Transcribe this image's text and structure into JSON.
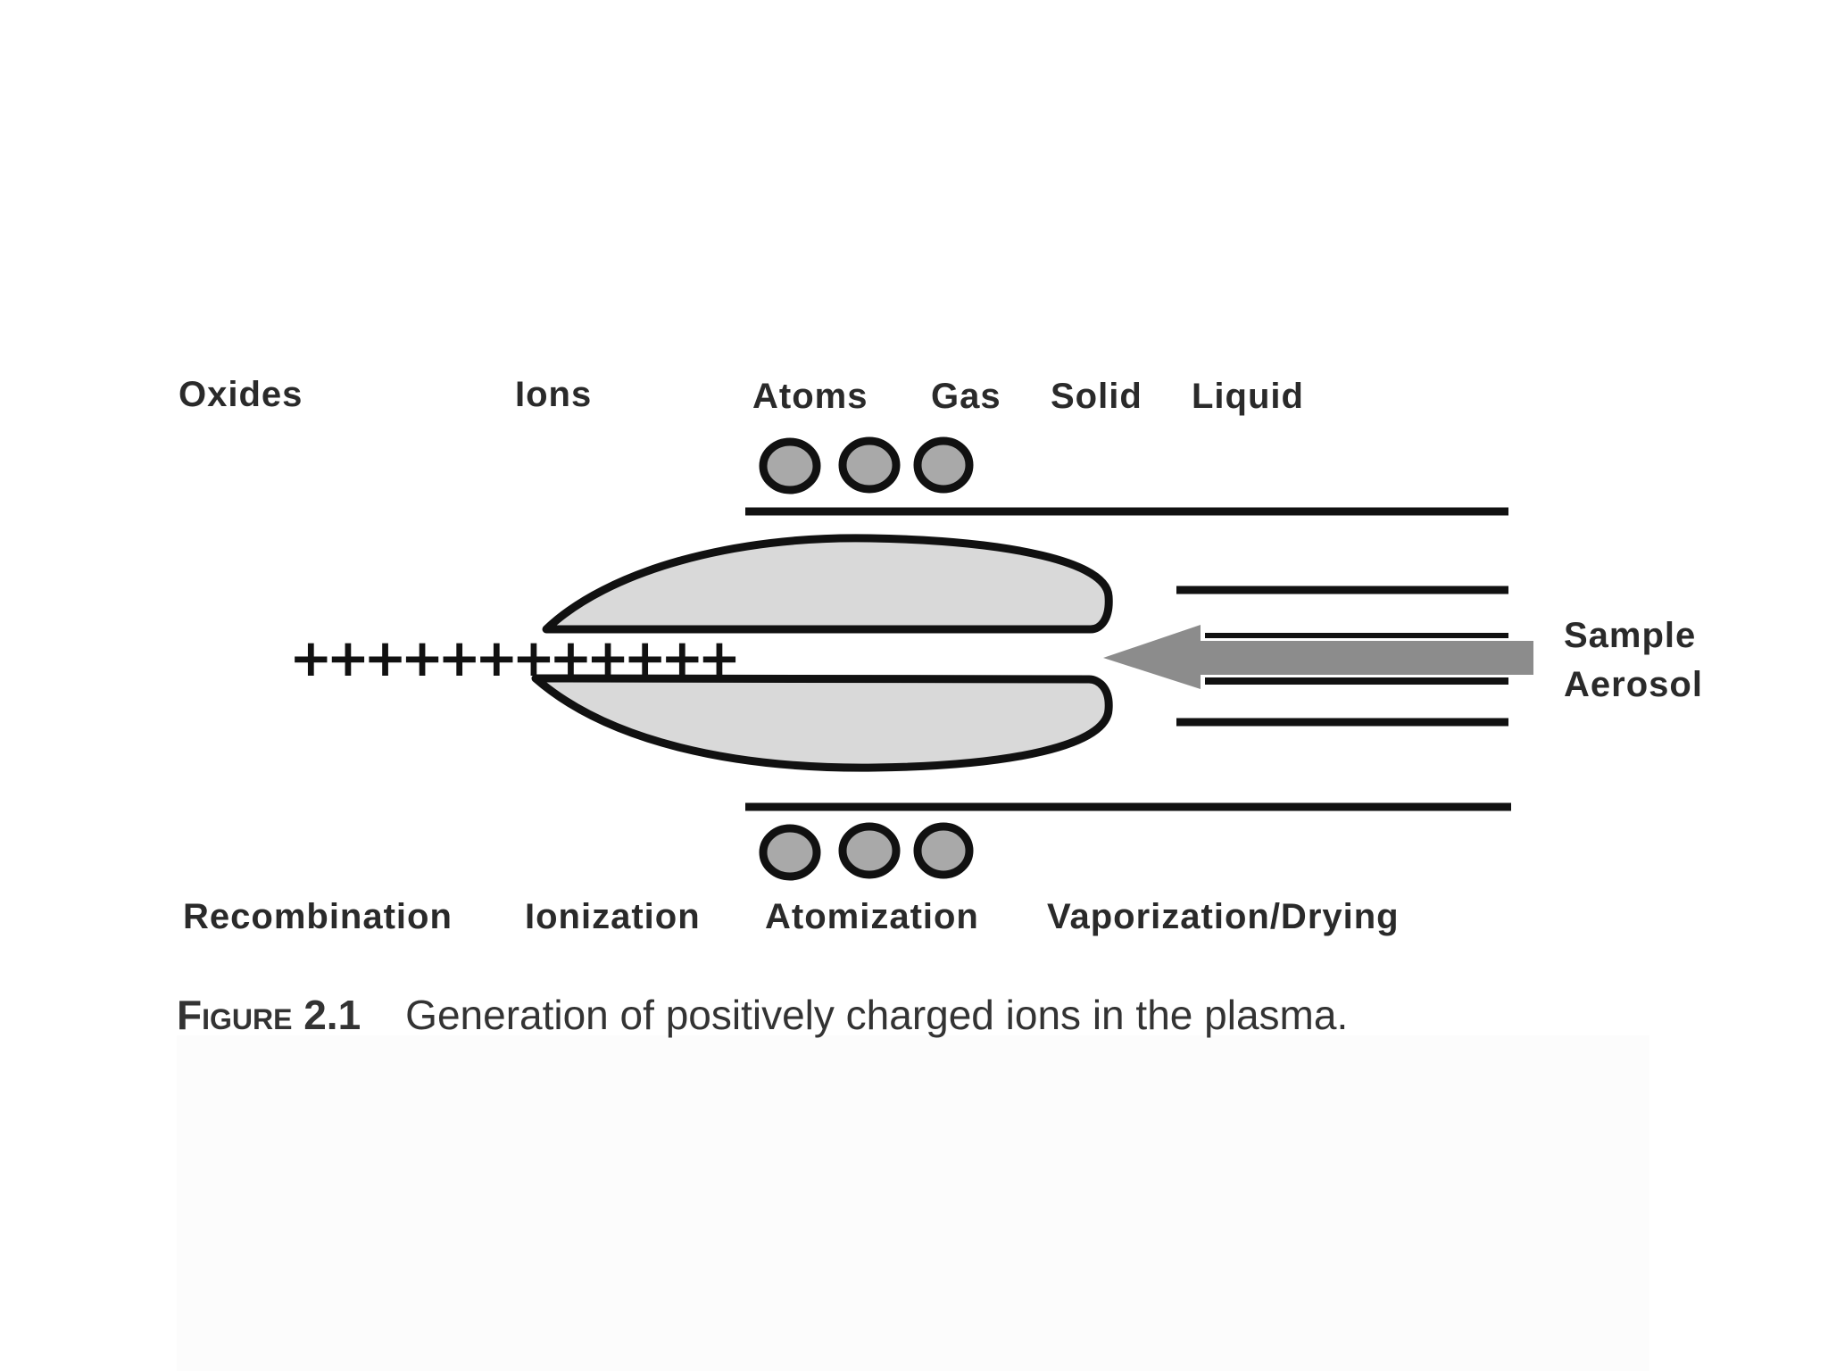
{
  "labels": {
    "top": {
      "oxides": "Oxides",
      "ions": "Ions",
      "atoms": "Atoms",
      "gas": "Gas",
      "solid": "Solid",
      "liquid": "Liquid"
    },
    "bottom": {
      "recombination": "Recombination",
      "ionization": "Ionization",
      "atomization": "Atomization",
      "vaporization": "Vaporization/Drying"
    },
    "sample_line1": "Sample",
    "sample_line2": "Aerosol",
    "ion_stream": "++++++++++++"
  },
  "caption": {
    "figure_number": "Figure 2.1",
    "text": "Generation of positively charged ions in the plasma."
  },
  "colors": {
    "plasma_fill": "#d9d9d9",
    "particle_fill": "#a9a9a9",
    "arrow_fill": "#8c8c8c",
    "outline": "#111111"
  }
}
